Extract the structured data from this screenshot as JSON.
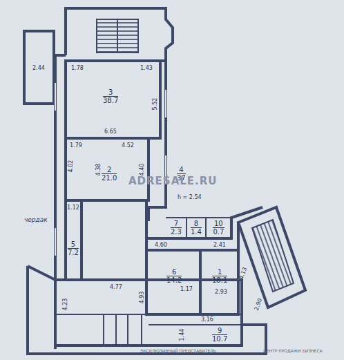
{
  "diagram": {
    "nodes": [
      {
        "text": [
          "3",
          "38.7"
        ]
      },
      {
        "text": [
          "2",
          "21.0"
        ]
      },
      {
        "text": [
          "4",
          "37"
        ]
      },
      {
        "text": [
          "7",
          "2.3"
        ]
      },
      {
        "text": [
          "8",
          "1.4"
        ]
      },
      {
        "text": [
          "10",
          "0.7"
        ]
      },
      {
        "text": [
          "5",
          "7.2"
        ]
      },
      {
        "text": [
          "6",
          "14.2"
        ]
      },
      {
        "text": [
          "1",
          "18.1"
        ]
      },
      {
        "text": [
          "9",
          "10.7"
        ]
      }
    ],
    "labels": [
      "2.44",
      "1.78",
      "1.43",
      "6.65",
      "5.52",
      "1.79",
      "4.52",
      "4.38",
      "4.02",
      "4.40",
      "h = 2.54",
      "1.12",
      "чердак",
      "4.60",
      "2.41",
      "4.77",
      "4.23",
      "4.93",
      "1.17",
      "2.93",
      "3.16",
      "1.44",
      "4.13",
      "2.90",
      "ADRESALE.RU",
      "ЭКСКЛЮЗИВНЫЙ ПРЕДСТАВИТЕЛЬ",
      "ЦЕНТР ПРОДАЖИ БИЗНЕСА"
    ]
  }
}
